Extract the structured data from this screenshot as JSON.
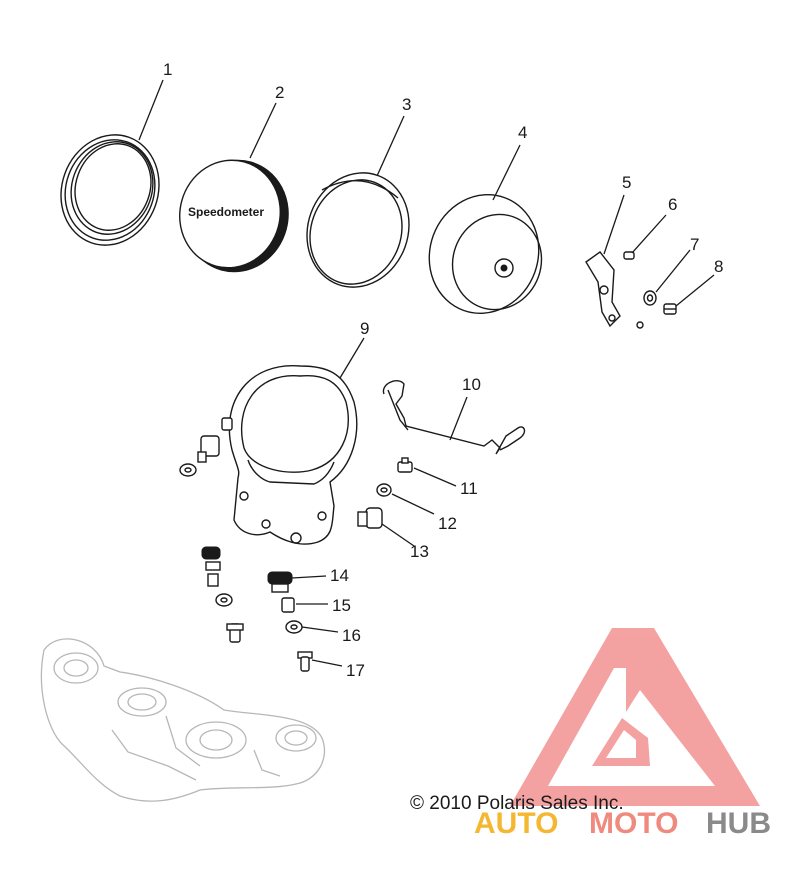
{
  "parts": [
    {
      "id": "part-1",
      "callout": "1"
    },
    {
      "id": "part-2",
      "callout": "2",
      "label": "Speedometer"
    },
    {
      "id": "part-3",
      "callout": "3"
    },
    {
      "id": "part-4",
      "callout": "4"
    },
    {
      "id": "part-5",
      "callout": "5"
    },
    {
      "id": "part-6",
      "callout": "6"
    },
    {
      "id": "part-7",
      "callout": "7"
    },
    {
      "id": "part-8",
      "callout": "8"
    },
    {
      "id": "part-9",
      "callout": "9"
    },
    {
      "id": "part-10",
      "callout": "10"
    },
    {
      "id": "part-11",
      "callout": "11"
    },
    {
      "id": "part-12",
      "callout": "12"
    },
    {
      "id": "part-13",
      "callout": "13"
    },
    {
      "id": "part-14",
      "callout": "14"
    },
    {
      "id": "part-15",
      "callout": "15"
    },
    {
      "id": "part-16",
      "callout": "16"
    },
    {
      "id": "part-17",
      "callout": "17"
    }
  ],
  "copyright": "© 2010 Polaris Sales Inc.",
  "watermark": {
    "word_a": "AUTO",
    "word_b": "MOTO",
    "word_c": "HUB",
    "color_a": "#f5b731",
    "color_b": "#f08a7e",
    "color_c": "#8a8a8a",
    "logo_color": "#f07e7e"
  }
}
